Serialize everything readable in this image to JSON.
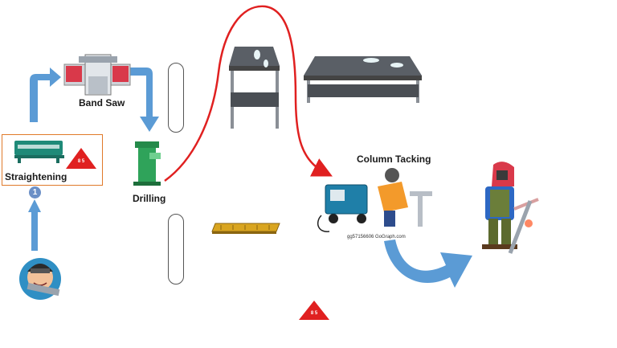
{
  "stations": {
    "band_saw": "Band Saw",
    "straightening": "Straightening",
    "drilling": "Drilling",
    "column_tacking": "Column Tacking"
  },
  "step_number": "1",
  "badges": {
    "straightening_badge": "8 5",
    "bottom_badge": "8 5"
  },
  "watermark": "gg57156606 GoGraph.com",
  "colors": {
    "flow_arrow": "#5b9bd5",
    "path_line": "#e02020",
    "badge_fill": "#e02020",
    "box_border": "#e07a2a"
  }
}
